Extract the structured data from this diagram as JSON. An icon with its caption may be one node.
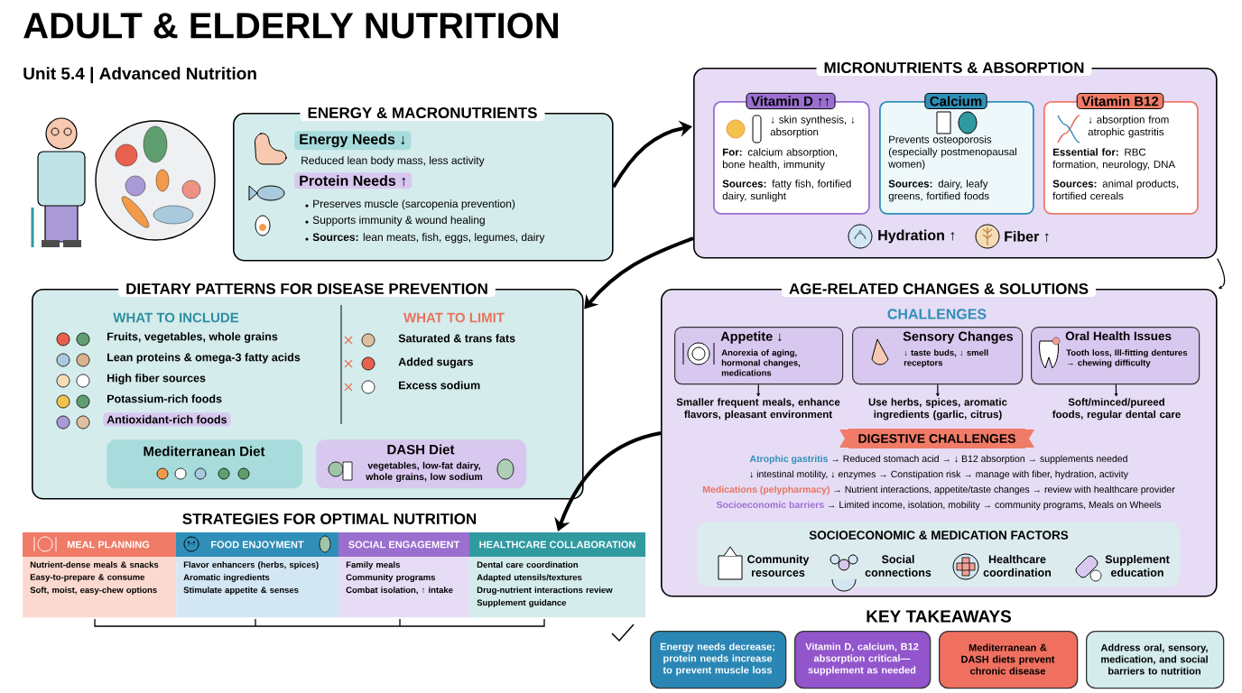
{
  "diagram": {
    "title": "ADULT & ELDERLY NUTRITION",
    "nodes": [
      {
        "text": [
          "ENERGY & MACRONUTRIENTS",
          "Energy Needs ↓",
          "Reduced lean body mass, less activity",
          "Protein Needs ↑",
          "Preserves muscle (sarcopenia prevention)",
          "Supports immunity & wound healing",
          "**Sources:** lean meats, fish, eggs, legumes, dairy"
        ]
      },
      {
        "text": [
          "MICRONUTRIENTS & ABSORPTION",
          "Hydration ↑",
          "Fiber ↑"
        ]
      },
      {
        "text": [
          "Vitamin D ↑↑",
          "↓ skin synthesis, ↓ absorption",
          "**For:** calcium absorption, bone health, immunity",
          "**Sources:** fatty fish, fortified dairy, sunlight"
        ],
        "in": 1
      },
      {
        "text": [
          "Calcium",
          "Prevents osteoporosis (especially postmenopausal women)",
          "**Sources:** dairy, leafy greens, fortified foods"
        ],
        "in": 1
      },
      {
        "text": [
          "Vitamin B12",
          "↓ absorption from atrophic gastritis",
          "**Essential for:** RBC formation, neurology, DNA",
          "**Sources:** animal products, fortified cereals"
        ],
        "in": 1
      },
      {
        "text": [
          "DIETARY PATTERNS FOR DISEASE PREVENTION",
          "WHAT TO INCLUDE",
          "Fruits, vegetables, whole grains",
          "Lean proteins & omega-3 fatty acids",
          "High fiber sources",
          "Potassium-rich foods",
          "Antioxidant-rich foods",
          "WHAT TO LIMIT",
          "Saturated & trans fats",
          "Added sugars",
          "Excess sodium"
        ]
      },
      {
        "text": [
          "Mediterranean Diet"
        ],
        "in": 5
      },
      {
        "text": [
          "DASH Diet",
          "vegetables, low-fat dairy, whole grains, low sodium"
        ],
        "in": 5
      },
      {
        "text": [
          "AGE-RELATED CHANGES & SOLUTIONS",
          "CHALLENGES",
          "Atrophic gastritis",
          "→ Reduced stomach acid → ↓ B12 absorption → supplements needed",
          "↓ intestinal motility, ↓ enzymes → Constipation risk → manage with fiber, hydration, activity",
          "Medications (pelypharmacy)",
          "→ Nutrient interactions, appetite/taste changes → review with healthcare provider",
          "Socioeconomic barriers",
          "→ Limited income, isolation, mobility → community programs, Meals on Wheels"
        ]
      },
      {
        "text": [
          "Appetite ↓",
          "Anorexia of aging, hormonal changes, medications"
        ],
        "in": 8
      },
      {
        "text": [
          "Smaller frequent meals, enhance flavors, pleasant environment"
        ],
        "in": 8
      },
      {
        "text": [
          "Sensory Changes",
          "↓ taste buds, ↓ smell receptors"
        ],
        "in": 8
      },
      {
        "text": [
          "Use herbs, spices, aromatic ingredients (garlic, citrus)"
        ],
        "in": 8
      },
      {
        "text": [
          "Oral Health Issues",
          "Tooth loss, Ill-fitting dentures → chewing difficulty"
        ],
        "in": 8
      },
      {
        "text": [
          "Soft/minced/pureed foods, regular dental care"
        ],
        "in": 8
      },
      {
        "text": [
          "DIGESTIVE CHALLENGES"
        ],
        "in": 8
      },
      {
        "text": [
          "SOCIOECONOMIC & MEDICATION FACTORS",
          "Community resources",
          "Social connections",
          "Healthcare coordination",
          "Supplement education"
        ],
        "in": 8
      },
      {
        "text": [
          "MEAL PLANNING",
          "Nutrient-dense meals & snacks",
          "Easy-to-prepare & consume",
          "Soft, moist, easy-chew options"
        ]
      },
      {
        "text": [
          "FOOD ENJOYMENT",
          "Flavor enhancers (herbs, spices)",
          "Aromatic ingredients",
          "Stimulate appetite & senses"
        ]
      },
      {
        "text": [
          "SOCIAL ENGAGEMENT",
          "Family meals",
          "Community programs",
          "Combat isolation, ↑ intake"
        ]
      },
      {
        "text": [
          "HEALTHCARE COLLABORATION",
          "Dental care coordination",
          "Adapted utensils/textures",
          "Drug-nutrient interactions review",
          "Supplement guidance"
        ]
      },
      {
        "text": [
          "Energy needs decrease; protein needs increase to prevent muscle loss"
        ]
      },
      {
        "text": [
          "Vitamin D, calcium, B12 absorption critical—supplement as needed"
        ]
      },
      {
        "text": [
          "Mediterranean & DASH diets prevent chronic disease"
        ]
      },
      {
        "text": [
          "Address oral, sensory, medication, and social barriers to nutrition"
        ]
      }
    ],
    "edges": [
      {
        "from": 0,
        "to": 1,
        "arrow": "to",
        "style": "thick"
      },
      {
        "from": 1,
        "to": 5,
        "arrow": "to",
        "style": "thick"
      },
      {
        "from": 1,
        "to": 8,
        "arrow": "to"
      },
      {
        "from": 9,
        "to": 10,
        "arrow": "to"
      },
      {
        "from": 11,
        "to": 12,
        "arrow": "to"
      },
      {
        "from": 13,
        "to": 14,
        "arrow": "to"
      },
      {
        "from": 8,
        "to": 20,
        "arrow": "to",
        "style": "thick"
      }
    ],
    "labels": [
      "Unit 5.4 | Advanced Nutrition",
      "STRATEGIES FOR OPTIMAL NUTRITION",
      "KEY TAKEAWAYS"
    ]
  }
}
